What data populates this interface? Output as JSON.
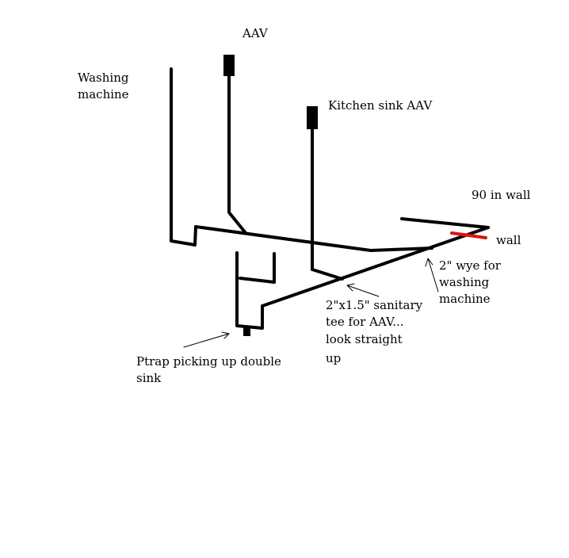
{
  "labels": {
    "aav": "AAV",
    "washing_machine": [
      "Washing",
      "machine"
    ],
    "kitchen_sink_aav": "Kitchen sink AAV",
    "ninety_in_wall": "90 in wall",
    "wall": "wall",
    "wye": [
      "2\" wye for",
      "washing",
      "machine"
    ],
    "sanitary_tee": [
      "2\"x1.5\" sanitary",
      "tee for AAV...",
      "look straight",
      "up"
    ],
    "ptrap": [
      "Ptrap picking up double",
      "sink"
    ]
  },
  "colors": {
    "pipe": "#000000",
    "wall_marker": "#e01010",
    "text": "#000000",
    "background": "#ffffff"
  }
}
